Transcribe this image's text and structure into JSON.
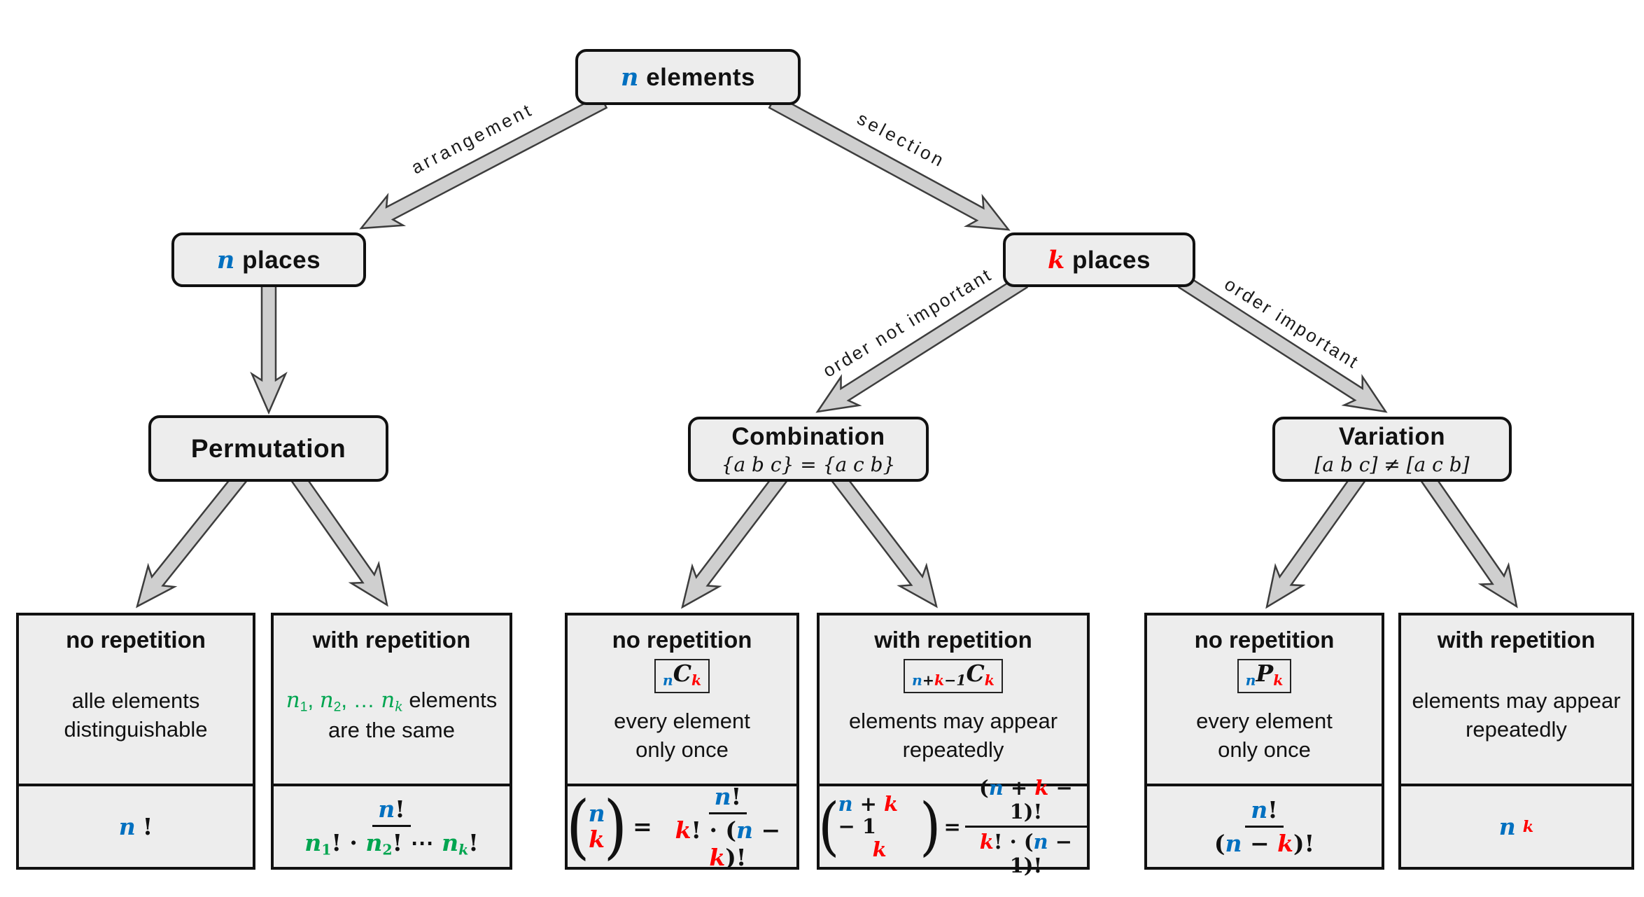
{
  "colors": {
    "blue": "#0070C0",
    "red": "#FF0000",
    "green": "#00A550",
    "box_fill": "#ededed",
    "arrow_fill": "#cfcfcf",
    "arrow_stroke": "#3d3d3d"
  },
  "diagram": {
    "root": {
      "label_segs": [
        {
          "t": "n",
          "c": "b",
          "f": "m"
        },
        {
          "t": " elements"
        }
      ]
    },
    "branch_labels": {
      "arrangement": "arrangement",
      "selection": "selection",
      "order_not_important": "order not important",
      "order_important": "order important"
    },
    "nodes": {
      "n_places_segs": [
        {
          "t": "n",
          "c": "b",
          "f": "m"
        },
        {
          "t": " places"
        }
      ],
      "k_places_segs": [
        {
          "t": "k",
          "c": "r",
          "f": "m"
        },
        {
          "t": " places"
        }
      ],
      "permutation": {
        "title": "Permutation"
      },
      "combination": {
        "title": "Combination",
        "subtitle_segs": [
          {
            "t": "{a b c} = {a c b}",
            "f": "m"
          }
        ]
      },
      "variation": {
        "title": "Variation",
        "subtitle_segs": [
          {
            "t": "[a b c] ≠ [a c b]",
            "f": "m"
          }
        ]
      }
    },
    "leaves": [
      {
        "title": "no repetition",
        "desc_lines": [
          [
            {
              "t": "alle elements"
            }
          ],
          [
            {
              "t": "distinguishable"
            }
          ]
        ],
        "formula_segs": [
          {
            "t": "n",
            "c": "b",
            "f": "m"
          },
          {
            "t": "!"
          }
        ]
      },
      {
        "title": "with repetition",
        "desc_lines": [
          [
            {
              "t": "n",
              "c": "g",
              "f": "m"
            },
            {
              "t": "1",
              "c": "g",
              "pos": "ss"
            },
            {
              "t": ", ",
              "c": "g"
            },
            {
              "t": "n",
              "c": "g",
              "f": "m"
            },
            {
              "t": "2",
              "c": "g",
              "pos": "ss"
            },
            {
              "t": ", … ",
              "c": "g"
            },
            {
              "t": "n",
              "c": "g",
              "f": "m"
            },
            {
              "t": "k",
              "c": "g",
              "pos": "ss",
              "f": "m"
            },
            {
              "t": " elements"
            }
          ],
          [
            {
              "t": "are the same"
            }
          ]
        ],
        "frac": {
          "num": [
            {
              "t": "n",
              "c": "b",
              "f": "m"
            },
            {
              "t": "!"
            }
          ],
          "den": [
            {
              "t": "n",
              "c": "g",
              "f": "m"
            },
            {
              "t": "1",
              "c": "g",
              "pos": "ss"
            },
            {
              "t": "! · "
            },
            {
              "t": "n",
              "c": "g",
              "f": "m"
            },
            {
              "t": "2",
              "c": "g",
              "pos": "ss"
            },
            {
              "t": "! ⋯ "
            },
            {
              "t": "n",
              "c": "g",
              "f": "m"
            },
            {
              "t": "k",
              "c": "g",
              "pos": "ss",
              "f": "m"
            },
            {
              "t": "!"
            }
          ]
        }
      },
      {
        "title": "no repetition",
        "badge_segs": [
          {
            "t": "n",
            "c": "b",
            "pos": "ss",
            "f": "m"
          },
          {
            "t": "C",
            "f": "m"
          },
          {
            "t": "k",
            "c": "r",
            "pos": "ss",
            "f": "m"
          }
        ],
        "desc_lines": [
          [
            {
              "t": "every element"
            }
          ],
          [
            {
              "t": "only once"
            }
          ]
        ],
        "binom": {
          "top": [
            {
              "t": "n",
              "c": "b",
              "f": "m"
            }
          ],
          "bottom": [
            {
              "t": "k",
              "c": "r",
              "f": "m"
            }
          ]
        },
        "eq": "=",
        "frac": {
          "num": [
            {
              "t": "n",
              "c": "b",
              "f": "m"
            },
            {
              "t": "!"
            }
          ],
          "den": [
            {
              "t": "k",
              "c": "r",
              "f": "m"
            },
            {
              "t": "! · ("
            },
            {
              "t": "n",
              "c": "b",
              "f": "m"
            },
            {
              "t": " − "
            },
            {
              "t": "k",
              "c": "r",
              "f": "m"
            },
            {
              "t": ")!"
            }
          ]
        }
      },
      {
        "title": "with repetition",
        "badge_segs": [
          {
            "t": "n",
            "c": "b",
            "pos": "ss",
            "f": "m"
          },
          {
            "t": "+",
            "pos": "ss"
          },
          {
            "t": "k",
            "c": "r",
            "pos": "ss",
            "f": "m"
          },
          {
            "t": "−1",
            "pos": "ss"
          },
          {
            "t": "C",
            "f": "m"
          },
          {
            "t": "k",
            "c": "r",
            "pos": "ss",
            "f": "m"
          }
        ],
        "desc_lines": [
          [
            {
              "t": "elements may appear"
            }
          ],
          [
            {
              "t": "repeatedly"
            }
          ]
        ],
        "binom": {
          "top": [
            {
              "t": "n",
              "c": "b",
              "f": "m"
            },
            {
              "t": " + "
            },
            {
              "t": "k",
              "c": "r",
              "f": "m"
            },
            {
              "t": " − 1"
            }
          ],
          "bottom": [
            {
              "t": "k",
              "c": "r",
              "f": "m"
            }
          ]
        },
        "eq": "=",
        "frac": {
          "num": [
            {
              "t": "("
            },
            {
              "t": "n",
              "c": "b",
              "f": "m"
            },
            {
              "t": " + "
            },
            {
              "t": "k",
              "c": "r",
              "f": "m"
            },
            {
              "t": " − 1"
            },
            {
              "t": ")!"
            }
          ],
          "den": [
            {
              "t": "k",
              "c": "r",
              "f": "m"
            },
            {
              "t": "! · ("
            },
            {
              "t": "n",
              "c": "b",
              "f": "m"
            },
            {
              "t": " − 1"
            },
            {
              "t": ")!"
            }
          ]
        }
      },
      {
        "title": "no repetition",
        "badge_segs": [
          {
            "t": "n",
            "c": "b",
            "pos": "ss",
            "f": "m"
          },
          {
            "t": "P",
            "f": "m"
          },
          {
            "t": "k",
            "c": "r",
            "pos": "ss",
            "f": "m"
          }
        ],
        "desc_lines": [
          [
            {
              "t": "every element"
            }
          ],
          [
            {
              "t": "only once"
            }
          ]
        ],
        "frac": {
          "num": [
            {
              "t": "n",
              "c": "b",
              "f": "m"
            },
            {
              "t": "!"
            }
          ],
          "den": [
            {
              "t": "("
            },
            {
              "t": "n",
              "c": "b",
              "f": "m"
            },
            {
              "t": " − "
            },
            {
              "t": "k",
              "c": "r",
              "f": "m"
            },
            {
              "t": ")!"
            }
          ]
        }
      },
      {
        "title": "with repetition",
        "desc_lines": [
          [
            {
              "t": "elements may appear"
            }
          ],
          [
            {
              "t": "repeatedly"
            }
          ]
        ],
        "formula_segs": [
          {
            "t": "n",
            "c": "b",
            "f": "m"
          },
          {
            "t": "k",
            "c": "r",
            "pos": "sp",
            "f": "m"
          }
        ]
      }
    ]
  }
}
